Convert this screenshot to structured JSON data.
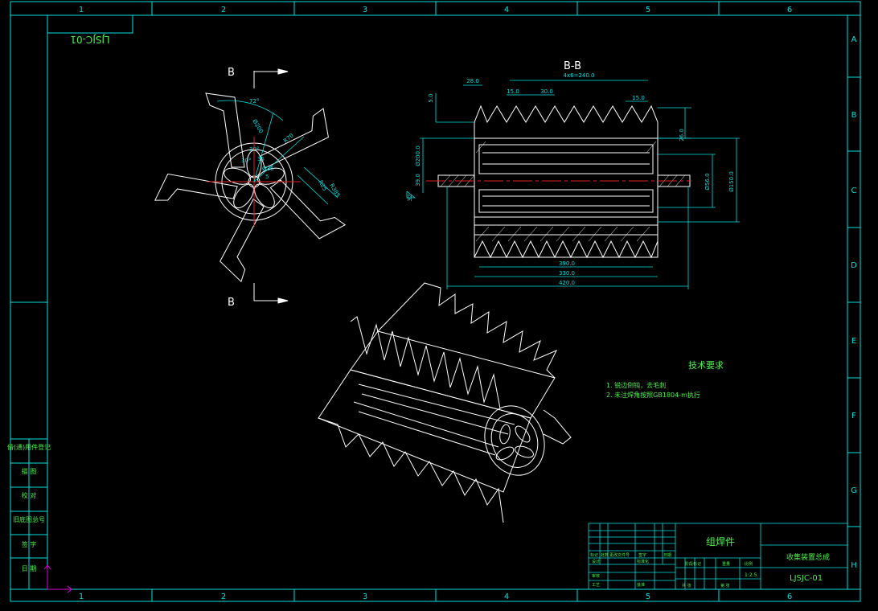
{
  "frame": {
    "columns": [
      "1",
      "2",
      "3",
      "4",
      "5",
      "6"
    ],
    "rows": [
      "A",
      "B",
      "C",
      "D",
      "E",
      "F",
      "G",
      "H"
    ],
    "drawing_no_mirrored": "LJSJC-01"
  },
  "left_strip": {
    "items": [
      "借(通)用件登记",
      "描  图",
      "校  对",
      "旧底图总号",
      "签  字",
      "日  期"
    ]
  },
  "views": {
    "section_label": "B",
    "section_view_title": "B-B"
  },
  "dims_front": [
    "72°",
    "Ø200",
    "R70",
    "30°",
    "35",
    "R385",
    "R25",
    "Ø36",
    "5",
    "30°"
  ],
  "dims_section": [
    "28.0",
    "15.0",
    "30.0",
    "4x6=240.0",
    "15.0",
    "5.0",
    "26.0",
    "Ø200.0",
    "Ø56.0",
    "Ø150.0",
    "39.0",
    "32",
    "390.0",
    "330.0",
    "420.0"
  ],
  "notes": {
    "title": "技术要求",
    "lines": [
      "1. 锐边倒钝，去毛刺",
      "2. 未注焊角按照GB1804-m执行"
    ]
  },
  "title_block": {
    "part_name": "组焊件",
    "assembly_name": "收集装置总成",
    "drawing_no": "LJSJC-01",
    "scale": "1:2.5",
    "labels": [
      "标记",
      "处数",
      "更改文件号",
      "签字",
      "日期",
      "设计",
      "标准化",
      "审核",
      "工艺",
      "批准",
      "阶段标记",
      "重量",
      "比例",
      "共 张",
      "第 张"
    ]
  },
  "colors": {
    "frame": "#00e0e0",
    "geometry": "#ffffff",
    "text": "#4cf04c",
    "centerline": "#e02020",
    "origin_marker": "#e000e0"
  }
}
